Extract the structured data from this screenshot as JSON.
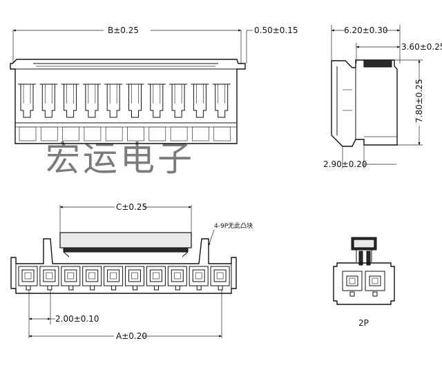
{
  "watermark": "宏运电子",
  "top_view": {
    "dim_b": "B±0.25",
    "dim_edge": "0.50±0.15"
  },
  "side_view": {
    "dim_width": "6.20±0.30",
    "dim_step": "3.60±0.25",
    "dim_height": "7.80±0.25",
    "dim_foot": "2.90±0.20"
  },
  "front_view": {
    "dim_c": "C±0.25",
    "note": "4-9P无此凸块",
    "dim_pitch": "2.00±0.10",
    "dim_a": "A±0.20"
  },
  "small_view": {
    "caption": "2P"
  }
}
